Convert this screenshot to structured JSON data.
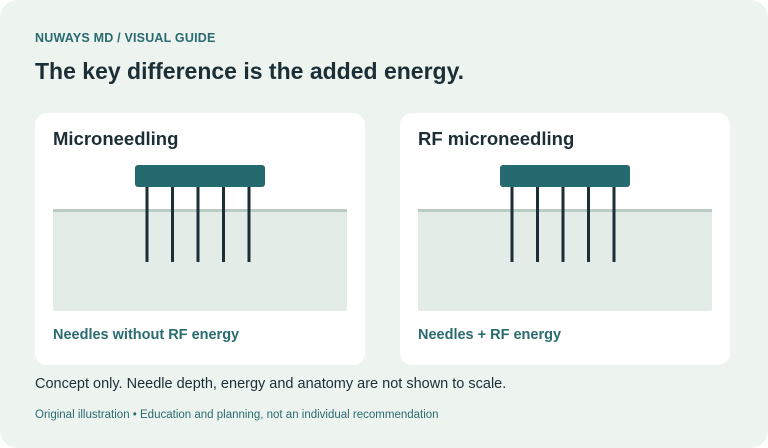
{
  "header": {
    "eyebrow": "NUWAYS MD / VISUAL GUIDE",
    "headline": "The key difference is the added energy."
  },
  "cards": [
    {
      "title": "Microneedling",
      "caption": "Needles without RF energy",
      "needle_count": 5,
      "rf_energy": false
    },
    {
      "title": "RF microneedling",
      "caption": "Needles + RF energy",
      "needle_count": 5,
      "rf_energy": true
    }
  ],
  "note": "Concept only. Needle depth, energy and anatomy are not shown to scale.",
  "footer": "Original illustration • Education and planning, not an individual recommendation",
  "colors": {
    "background": "#edf3ef",
    "card": "#ffffff",
    "device": "#256a6f",
    "needle": "#1c2e36",
    "skin": "#e3ece7",
    "skin_line": "#b9cbc2",
    "rf_glow": "#d8c7aa",
    "accent_text": "#2a6b70",
    "dark_text": "#1c2e36"
  }
}
